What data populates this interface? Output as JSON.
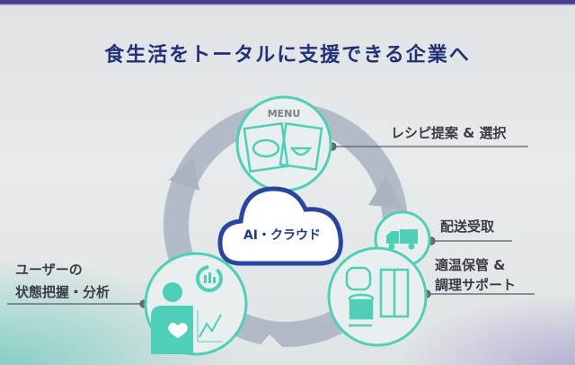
{
  "title": "食生活をトータルに支援できる企業へ",
  "center": {
    "label": "AI・クラウド",
    "icon": "cloud-icon"
  },
  "nodes": {
    "menu": {
      "icon_text": "MENU",
      "label": "レシピ提案 & 選択",
      "icon": "menu-dishes-icon"
    },
    "delivery": {
      "label": "配送受取",
      "icon": "truck-icon"
    },
    "storage": {
      "label_line1": "適温保管 &",
      "label_line2": "調理サポート",
      "icon": "appliances-icon"
    },
    "user": {
      "label_line1": "ユーザーの",
      "label_line2": "状態把握・分析",
      "icon": "user-health-analytics-icon"
    }
  },
  "colors": {
    "title": "#22307a",
    "teal": "#4fcfb8",
    "ring": "#a9b3c2",
    "cloud": "#2a45a0"
  }
}
